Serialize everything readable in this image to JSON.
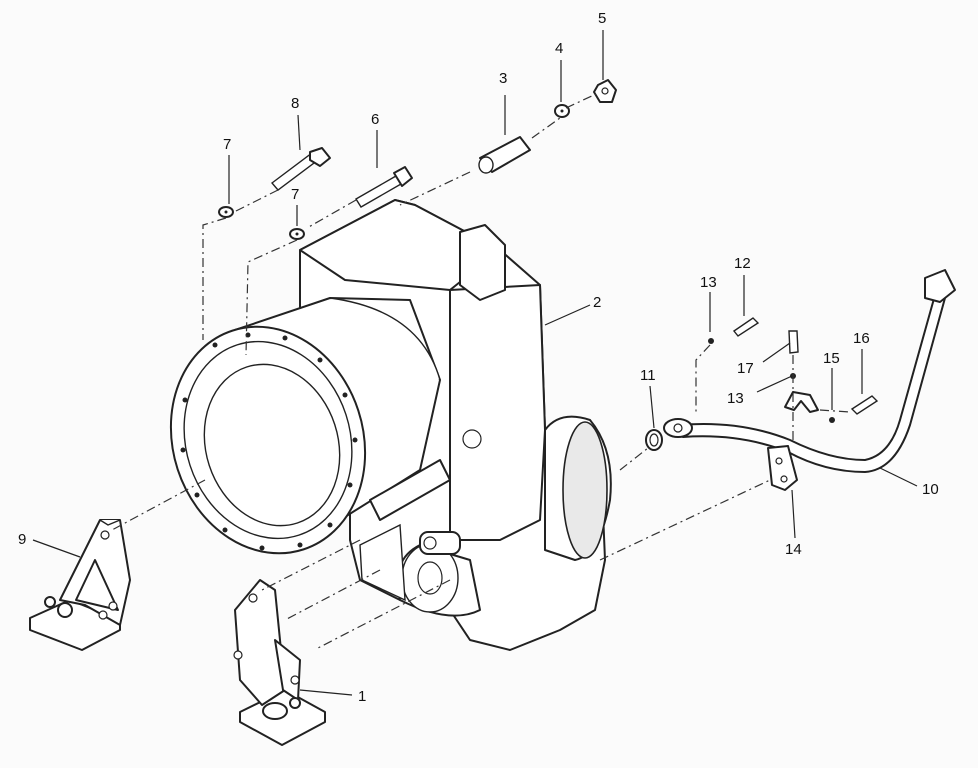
{
  "callouts": {
    "c1": "1",
    "c2": "2",
    "c3": "3",
    "c4": "4",
    "c5": "5",
    "c6": "6",
    "c7a": "7",
    "c7b": "7",
    "c8": "8",
    "c9": "9",
    "c10": "10",
    "c11": "11",
    "c12": "12",
    "c13a": "13",
    "c13b": "13",
    "c14": "14",
    "c15": "15",
    "c16": "16",
    "c17": "17"
  }
}
